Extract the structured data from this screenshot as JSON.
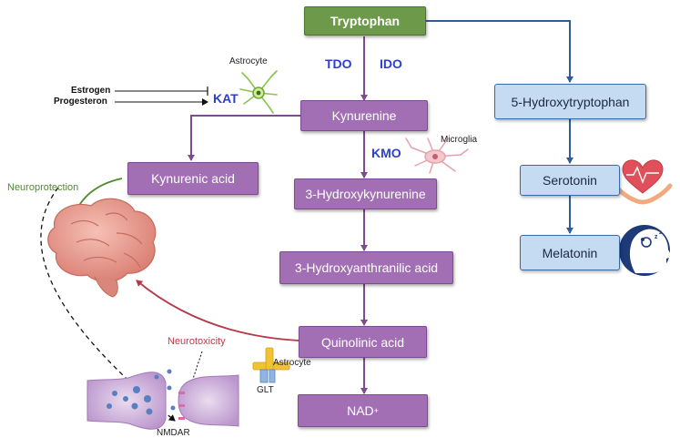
{
  "nodes": {
    "tryptophan": "Tryptophan",
    "kynurenine": "Kynurenine",
    "kynurenic_acid": "Kynurenic acid",
    "hydroxykynurenine": "3-Hydroxykynurenine",
    "hydroxyanthranilic": "3-Hydroxyanthranilic acid",
    "quinolinic": "Quinolinic acid",
    "nad": "NAD",
    "nad_sup": "+",
    "hydroxytryptophan": "5-Hydroxytryptophan",
    "serotonin": "Serotonin",
    "melatonin": "Melatonin"
  },
  "enzymes": {
    "tdo": "TDO",
    "ido": "IDO",
    "kat": "KAT",
    "kmo": "KMO"
  },
  "labels": {
    "estrogen": "Estrogen",
    "progesteron": "Progesteron",
    "astrocyte_top": "Astrocyte",
    "microglia": "Microglia",
    "neuroprotection": "Neuroprotection",
    "neurotoxicity": "Neurotoxicity",
    "astrocyte_bottom": "Astrocyte",
    "glt": "GLT",
    "nmdar": "NMDAR"
  },
  "colors": {
    "purple_box": "#a36fb4",
    "purple_arrow": "#7e4a91",
    "blue_box": "#c4dbf2",
    "blue_arrow": "#2f5d9c",
    "green_box": "#6c9a4a",
    "enzyme_text": "#2b3fc9",
    "neuroprotection_text": "#4f8a2e",
    "neurotoxicity_text": "#c23a4a",
    "brain": "#e79a8e",
    "synapse": "#c9a7d8"
  }
}
